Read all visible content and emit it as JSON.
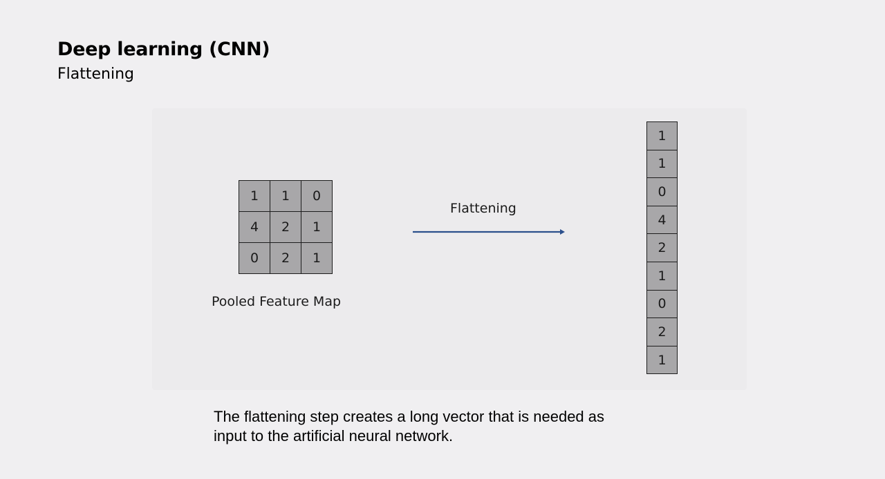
{
  "header": {
    "title": "Deep learning (CNN)",
    "subtitle": "Flattening"
  },
  "diagram": {
    "pooled_feature_map": {
      "rows": [
        [
          "1",
          "1",
          "0"
        ],
        [
          "4",
          "2",
          "1"
        ],
        [
          "0",
          "2",
          "1"
        ]
      ],
      "label": "Pooled Feature Map"
    },
    "arrow": {
      "label": "Flattening",
      "color": "#2b4f8c"
    },
    "flattened_vector": [
      "1",
      "1",
      "0",
      "4",
      "2",
      "1",
      "0",
      "2",
      "1"
    ],
    "cell_color": "#a8a7a9"
  },
  "caption": {
    "line1": "The flattening step creates a long vector that is needed as",
    "line2": "input to the artificial neural network."
  }
}
